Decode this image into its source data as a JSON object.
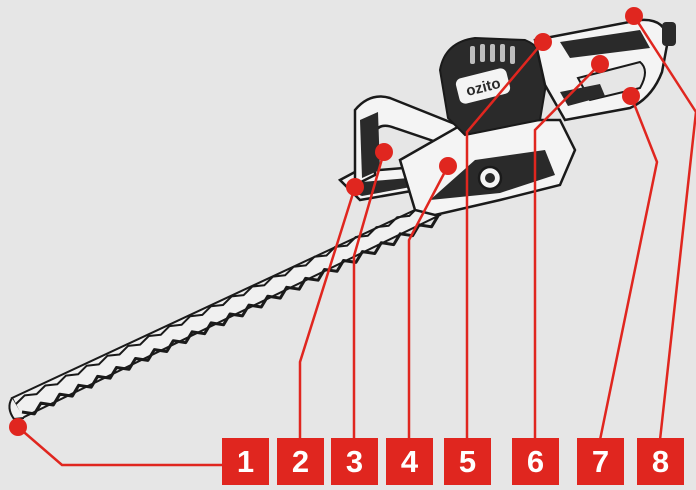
{
  "brand": {
    "logo_text": "ozito"
  },
  "colors": {
    "background": "#e6e6e6",
    "accent": "#e0261f",
    "body_dark": "#2a2a2a",
    "body_light": "#f4f4f4",
    "outline": "#1a1a1a"
  },
  "callouts": [
    {
      "number": "1"
    },
    {
      "number": "2"
    },
    {
      "number": "3"
    },
    {
      "number": "4"
    },
    {
      "number": "5"
    },
    {
      "number": "6"
    },
    {
      "number": "7"
    },
    {
      "number": "8"
    }
  ]
}
